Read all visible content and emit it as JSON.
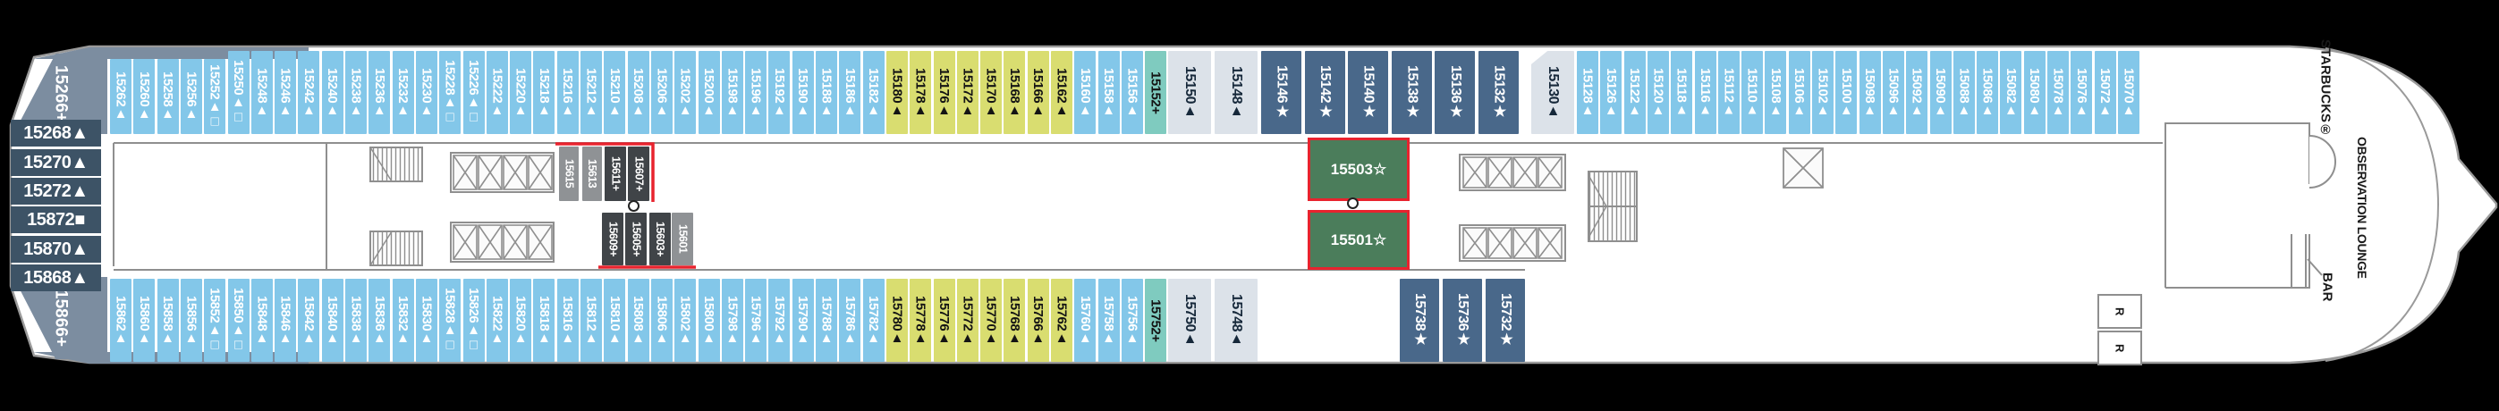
{
  "deck": {
    "left_tip": {
      "vertical_top": "15266+",
      "stack": [
        "15268▲",
        "15270▲",
        "15272▲",
        "15872■",
        "15870▲",
        "15868▲"
      ],
      "vertical_bottom": "15866+"
    },
    "cabin_segments": [
      {
        "id": "t1a",
        "type": "balcony",
        "cabins": [
          "15262▲",
          "15260▲",
          "15258▲",
          "15256▲",
          "15252▲□"
        ]
      },
      {
        "id": "t1b",
        "type": "balcony",
        "cabins": [
          "15250▲□",
          "15248▲",
          "15246▲",
          "15242▲",
          "15240▲",
          "15238▲",
          "15236▲",
          "15232▲",
          "15230▲",
          "15228▲□",
          "15226▲□",
          "15222▲",
          "15220▲",
          "15218▲",
          "15216▲",
          "15212▲",
          "15210▲",
          "15208▲",
          "15206▲",
          "15202▲",
          "15200▲",
          "15198▲",
          "15196▲",
          "15192▲",
          "15190▲",
          "15188▲",
          "15186▲",
          "15182▲"
        ]
      },
      {
        "id": "t1c",
        "type": "spa",
        "cabins": [
          "15180▲",
          "15178▲",
          "15176▲",
          "15172▲",
          "15170▲",
          "15168▲",
          "15166▲",
          "15162▲"
        ]
      },
      {
        "id": "t1d",
        "type": "balcony",
        "cabins": [
          "15160▲",
          "15158▲",
          "15156▲"
        ]
      },
      {
        "id": "t1e",
        "type": "teal",
        "cabins": [
          "15152+"
        ]
      },
      {
        "id": "t1f",
        "type": "light",
        "cabins": [
          "15150▲",
          "15148▲"
        ]
      },
      {
        "id": "t1g",
        "type": "dark",
        "cabins": [
          "15146★",
          "15142★",
          "15140★",
          "15138★",
          "15136★",
          "15132★"
        ]
      },
      {
        "id": "t1h",
        "type": "light",
        "cabins": [
          "15130▲"
        ]
      },
      {
        "id": "t1i",
        "type": "balcony",
        "cabins": [
          "15128▲",
          "15126▲",
          "15122▲",
          "15120▲",
          "15118▲",
          "15116▲",
          "15112▲",
          "15110▲",
          "15108▲",
          "15106▲",
          "15102▲",
          "15100▲",
          "15098▲",
          "15096▲",
          "15092▲",
          "15090▲",
          "15088▲",
          "15086▲",
          "15082▲",
          "15080▲",
          "15078▲",
          "15076▲",
          "15072▲",
          "15070▲"
        ]
      },
      {
        "id": "b1a",
        "type": "balcony",
        "cabins": [
          "15862▲",
          "15860▲",
          "15858▲",
          "15856▲",
          "15852▲□",
          "15850▲□",
          "15848▲",
          "15846▲",
          "15842▲",
          "15840▲",
          "15838▲",
          "15836▲",
          "15832▲",
          "15830▲",
          "15828▲□",
          "15826▲□",
          "15822▲",
          "15820▲",
          "15818▲",
          "15816▲",
          "15812▲",
          "15810▲",
          "15808▲",
          "15806▲",
          "15802▲",
          "15800▲",
          "15798▲",
          "15796▲",
          "15792▲",
          "15790▲",
          "15788▲",
          "15786▲",
          "15782▲"
        ]
      },
      {
        "id": "b1b",
        "type": "spa",
        "cabins": [
          "15780▲",
          "15778▲",
          "15776▲",
          "15772▲",
          "15770▲",
          "15768▲",
          "15766▲",
          "15762▲"
        ]
      },
      {
        "id": "b1c",
        "type": "balcony",
        "cabins": [
          "15760▲",
          "15758▲",
          "15756▲"
        ]
      },
      {
        "id": "b1d",
        "type": "teal",
        "cabins": [
          "15752+"
        ]
      },
      {
        "id": "b1e",
        "type": "light",
        "cabins": [
          "15750▲",
          "15748▲"
        ]
      },
      {
        "id": "b1f",
        "type": "dark",
        "cabins": [
          "15738★",
          "15736★",
          "15732★"
        ]
      },
      {
        "id": "int_t1",
        "type": "int-gray",
        "cabins": [
          "15615",
          "15613"
        ]
      },
      {
        "id": "int_t2",
        "type": "int-dark",
        "cabins": [
          "15611+",
          "15607+"
        ]
      },
      {
        "id": "int_b1",
        "type": "int-dark",
        "cabins": [
          "15609+",
          "15605+",
          "15603+"
        ]
      },
      {
        "id": "int_b2",
        "type": "int-gray",
        "cabins": [
          "15601"
        ]
      }
    ],
    "suites": [
      {
        "label": "15503☆"
      },
      {
        "label": "15501☆"
      }
    ],
    "venues": {
      "starbucks": "STARBUCKS®",
      "observation_lounge": "OBSERVATION LOUNGE",
      "bar": "BAR",
      "restroom": "R"
    },
    "colors": {
      "balcony": "#83c7e9",
      "spa_balcony": "#d9dd70",
      "teal": "#7fcbbf",
      "light": "#dce2e9",
      "dark_star": "#49688a",
      "interior_gray": "#8f9295",
      "interior_dark": "#404448",
      "suite_green": "#4b7d5b",
      "tip_gray": "#7c8da0",
      "stack_navy": "#3d5366",
      "accent_red": "#e8232e"
    }
  }
}
